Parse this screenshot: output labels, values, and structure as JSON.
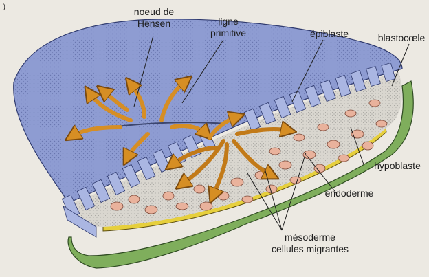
{
  "figure": {
    "corner_mark": ")",
    "labels": {
      "noeud": [
        "noeud de",
        "Hensen"
      ],
      "ligne": [
        "ligne",
        "primitive"
      ],
      "epiblaste": "épiblaste",
      "blastocoele": "blastocœle",
      "hypoblaste": "hypoblaste",
      "endoderme": "endoderme",
      "mesoderme": [
        "mésoderme",
        "cellules migrantes"
      ]
    }
  },
  "colors": {
    "epiblast_surface": "#8e9cd2",
    "epiblast_cells": "#aab6e2",
    "mesoderm_cells": "#e9b29c",
    "endoderm_cells": "#e6cf3c",
    "hypoblast_cells": "#7fae5c",
    "arrows": "#d68e24",
    "background": "#ece9e2"
  }
}
